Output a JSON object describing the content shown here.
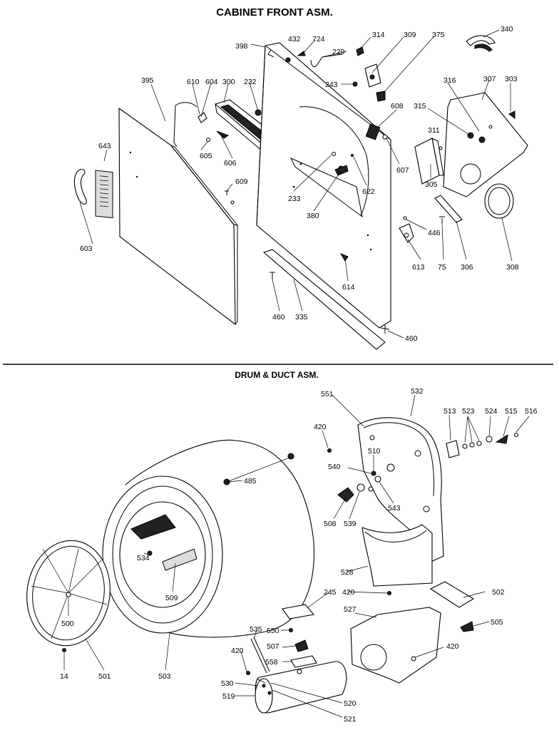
{
  "sections": {
    "cabinet": {
      "title": "CABINET FRONT ASM."
    },
    "drum": {
      "title": "DRUM & DUCT ASM."
    }
  },
  "labels": {
    "cabinet": [
      "398",
      "432",
      "724",
      "314",
      "309",
      "375",
      "340",
      "229",
      "243",
      "395",
      "610",
      "604",
      "300",
      "232",
      "608",
      "316",
      "307",
      "303",
      "315",
      "643",
      "311",
      "605",
      "606",
      "607",
      "233",
      "622",
      "305",
      "609",
      "380",
      "446",
      "603",
      "613",
      "75",
      "306",
      "308",
      "614",
      "460",
      "335",
      "460"
    ],
    "drum": [
      "551",
      "532",
      "513",
      "523",
      "524",
      "515",
      "516",
      "420",
      "510",
      "540",
      "485",
      "543",
      "508",
      "539",
      "534",
      "509",
      "528",
      "245",
      "420",
      "502",
      "500",
      "527",
      "505",
      "535",
      "550",
      "507",
      "420",
      "420",
      "558",
      "14",
      "501",
      "503",
      "530",
      "519",
      "520",
      "521"
    ]
  }
}
